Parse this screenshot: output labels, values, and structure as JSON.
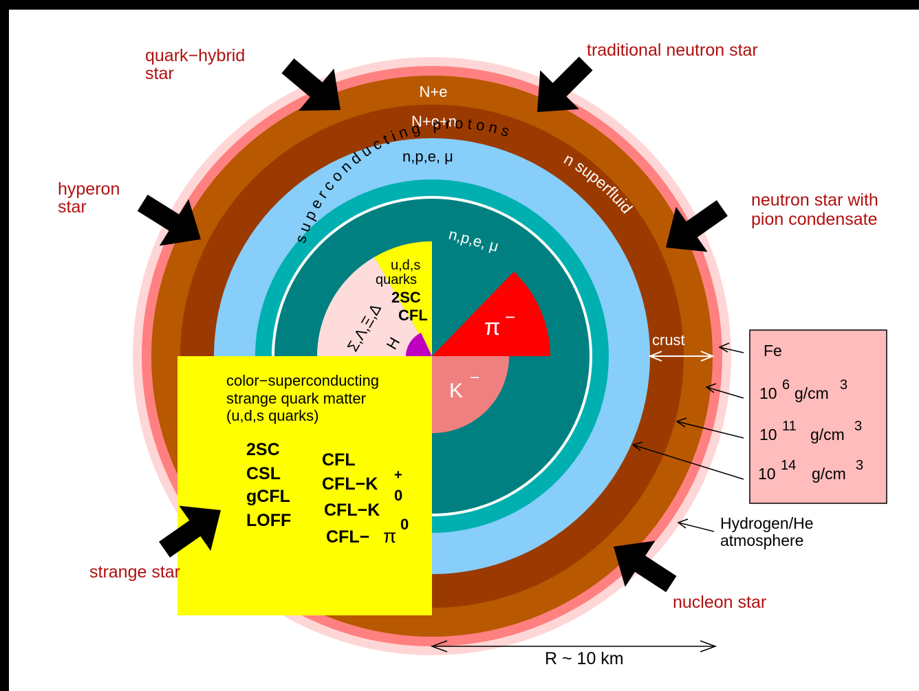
{
  "star_types": {
    "quark_hybrid": [
      "quark−hybrid",
      "star"
    ],
    "traditional_neutron": "traditional neutron star",
    "hyperon": [
      "hyperon",
      "star"
    ],
    "pion_condensate": [
      "neutron star with",
      "pion condensate"
    ],
    "strange": "strange star",
    "nucleon": "nucleon star"
  },
  "layers": {
    "outer_crust": "N+e",
    "inner_crust": "N+e+n",
    "outer_core": "n,p,e,  μ",
    "n_superfluid": "n superfluid",
    "superconducting_protons": "superconducting protons",
    "inner_core": "n,p,e,  μ"
  },
  "sectors": {
    "pion": "π",
    "kaon": "K",
    "minus_sign": "−",
    "hyperons": "Σ,Λ,Ξ,Δ",
    "h_dibaryon": "H",
    "quarks_small": [
      "u,d,s",
      "quarks",
      "2SC",
      "CFL"
    ]
  },
  "strange_quark_matter": {
    "title_lines": [
      "color−superconducting",
      "strange quark matter",
      "(u,d,s quarks)"
    ],
    "phases_left": [
      "2SC",
      "CSL",
      "gCFL",
      "LOFF"
    ],
    "phases_right": {
      "cfl": "CFL",
      "cfl_k_plus": "CFL−K",
      "plus_sup": "+",
      "cfl_k0": "CFL−K",
      "k0_sup": "0",
      "cfl_pi0": "CFL−",
      "pi": "π",
      "pi0_sup": "0"
    }
  },
  "crust_label": "crust",
  "density_box": {
    "fe": "Fe",
    "d1_base": "10",
    "d1_exp": "6",
    "d2_base": "10",
    "d2_exp": "11",
    "d3_base": "10",
    "d3_exp": "14",
    "unit": "g/cm",
    "unit_exp": "3"
  },
  "atmosphere": [
    "Hydrogen/He",
    "atmosphere"
  ],
  "radius": "R ~ 10 km",
  "colors": {
    "outer_glow": "#ffd6d6",
    "atmosphere_ring": "#ff8080",
    "outer_crust": "#b85800",
    "inner_crust": "#9b3a00",
    "outer_core": "#87cefa",
    "sc_ring": "#00b0b0",
    "inner_core": "#008080",
    "pion": "#ff0000",
    "kaon": "#f08080",
    "quark": "#ffff00",
    "hyperon": "#ffdcdc",
    "h_dibaryon": "#c000c0",
    "label_red": "#b01010"
  }
}
